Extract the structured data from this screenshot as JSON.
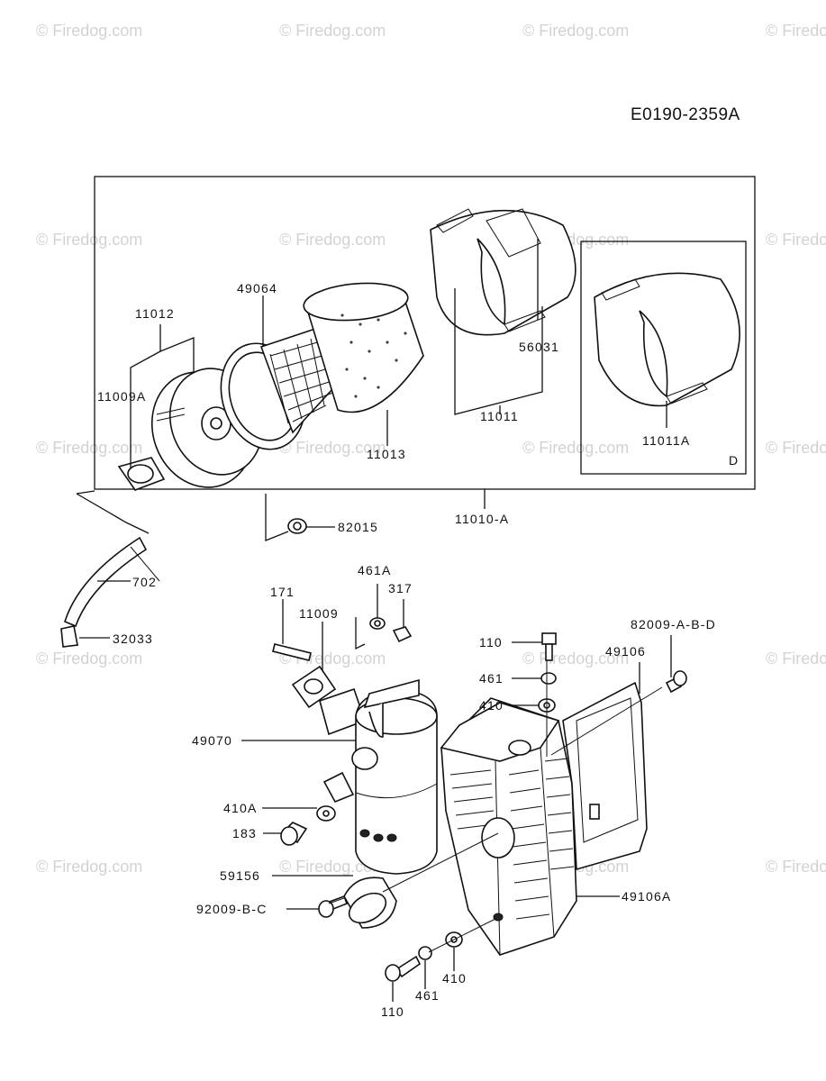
{
  "diagram": {
    "code": "E0190-2359A",
    "box_letter": "D",
    "watermark": "© Firedog.com",
    "parts": {
      "p11012": "11012",
      "p49064": "49064",
      "p11009A": "11009A",
      "p11013": "11013",
      "p56031": "56031",
      "p11011": "11011",
      "p11011A": "11011A",
      "p11010A": "11010-A",
      "p82015": "82015",
      "p702": "702",
      "p32033": "32033",
      "p461A": "461A",
      "p171": "171",
      "p317": "317",
      "p11009": "11009",
      "p110_top": "110",
      "p82009ABD": "82009-A-B-D",
      "p49106": "49106",
      "p461_top": "461",
      "p410_top": "410",
      "p49070": "49070",
      "p410A": "410A",
      "p183": "183",
      "p59156": "59156",
      "p92009BC": "92009-B-C",
      "p49106A": "49106A",
      "p410_bot": "410",
      "p461_bot": "461",
      "p110_bot": "110"
    }
  }
}
